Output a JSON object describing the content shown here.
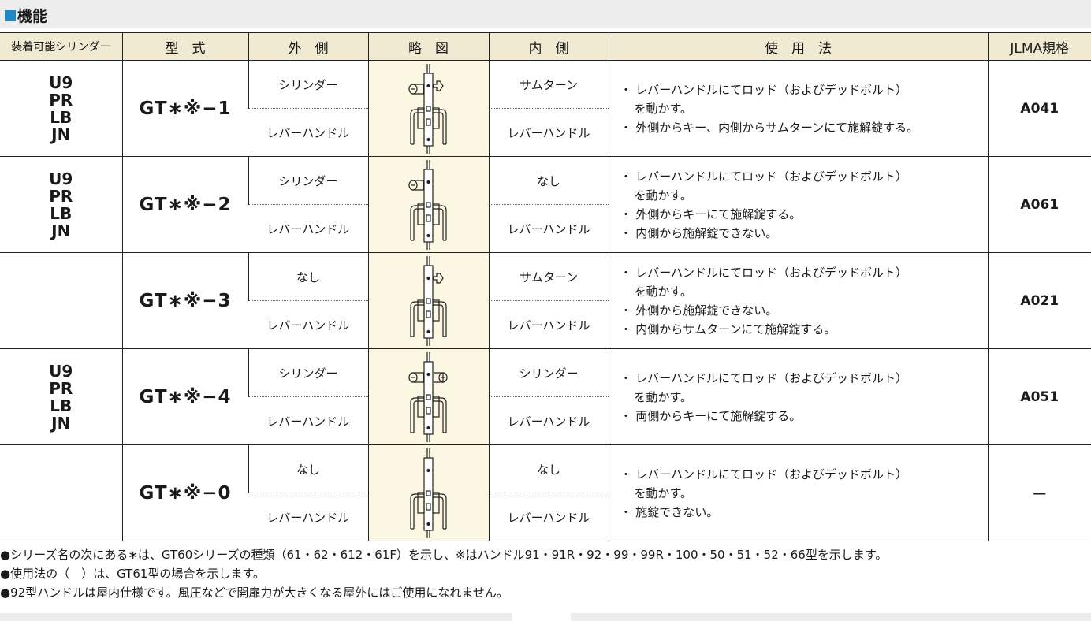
{
  "section": {
    "title": "機能",
    "accent_color": "#1f86c8"
  },
  "table": {
    "headers": [
      "装着可能シリンダー",
      "型　式",
      "外　側",
      "略　図",
      "内　側",
      "使　用　法",
      "JLMA規格"
    ],
    "rows": [
      {
        "series": [
          "U9",
          "PR",
          "LB",
          "JN"
        ],
        "model": "GT∗※−1",
        "outside": [
          "シリンダー",
          "レバーハンドル"
        ],
        "inside": [
          "サムターン",
          "レバーハンドル"
        ],
        "diagram": {
          "outside_part": "cylinder",
          "inside_part": "thumbturn"
        },
        "usage": [
          "・ レバーハンドルにてロッド（およびデッドボルト）",
          "を動かす。",
          "・ 外側からキー、内側からサムターンにて施解錠する。"
        ],
        "jlma": "A041"
      },
      {
        "series": [
          "U9",
          "PR",
          "LB",
          "JN"
        ],
        "model": "GT∗※−2",
        "outside": [
          "シリンダー",
          "レバーハンドル"
        ],
        "inside": [
          "なし",
          "レバーハンドル"
        ],
        "diagram": {
          "outside_part": "cylinder",
          "inside_part": "none"
        },
        "usage": [
          "・ レバーハンドルにてロッド（およびデッドボルト）",
          "を動かす。",
          "・ 外側からキーにて施解錠する。",
          "・ 内側から施解錠できない。"
        ],
        "jlma": "A061"
      },
      {
        "series": [],
        "model": "GT∗※−3",
        "outside": [
          "なし",
          "レバーハンドル"
        ],
        "inside": [
          "サムターン",
          "レバーハンドル"
        ],
        "diagram": {
          "outside_part": "none",
          "inside_part": "thumbturn"
        },
        "usage": [
          "・ レバーハンドルにてロッド（およびデッドボルト）",
          "を動かす。",
          "・ 外側から施解錠できない。",
          "・ 内側からサムターンにて施解錠する。"
        ],
        "jlma": "A021"
      },
      {
        "series": [
          "U9",
          "PR",
          "LB",
          "JN"
        ],
        "model": "GT∗※−4",
        "outside": [
          "シリンダー",
          "レバーハンドル"
        ],
        "inside": [
          "シリンダー",
          "レバーハンドル"
        ],
        "diagram": {
          "outside_part": "cylinder",
          "inside_part": "cylinder"
        },
        "usage": [
          "・ レバーハンドルにてロッド（およびデッドボルト）",
          "を動かす。",
          "・ 両側からキーにて施解錠する。"
        ],
        "jlma": "A051"
      },
      {
        "series": [],
        "model": "GT∗※−0",
        "outside": [
          "なし",
          "レバーハンドル"
        ],
        "inside": [
          "なし",
          "レバーハンドル"
        ],
        "diagram": {
          "outside_part": "none",
          "inside_part": "none"
        },
        "usage": [
          "・ レバーハンドルにてロッド（およびデッドボルト）",
          "を動かす。",
          "・ 施錠できない。"
        ],
        "jlma": "—"
      }
    ]
  },
  "notes": [
    "●シリーズ名の次にある∗は、GT60シリーズの種類（61・62・612・61F）を示し、※はハンドル91・91R・92・99・99R・100・50・51・52・66型を示します。",
    "●使用法の（　）は、GT61型の場合を示します。",
    "●92型ハンドルは屋内仕様です。風圧などで開扉力が大きくなる屋外にはご使用になれません。"
  ]
}
